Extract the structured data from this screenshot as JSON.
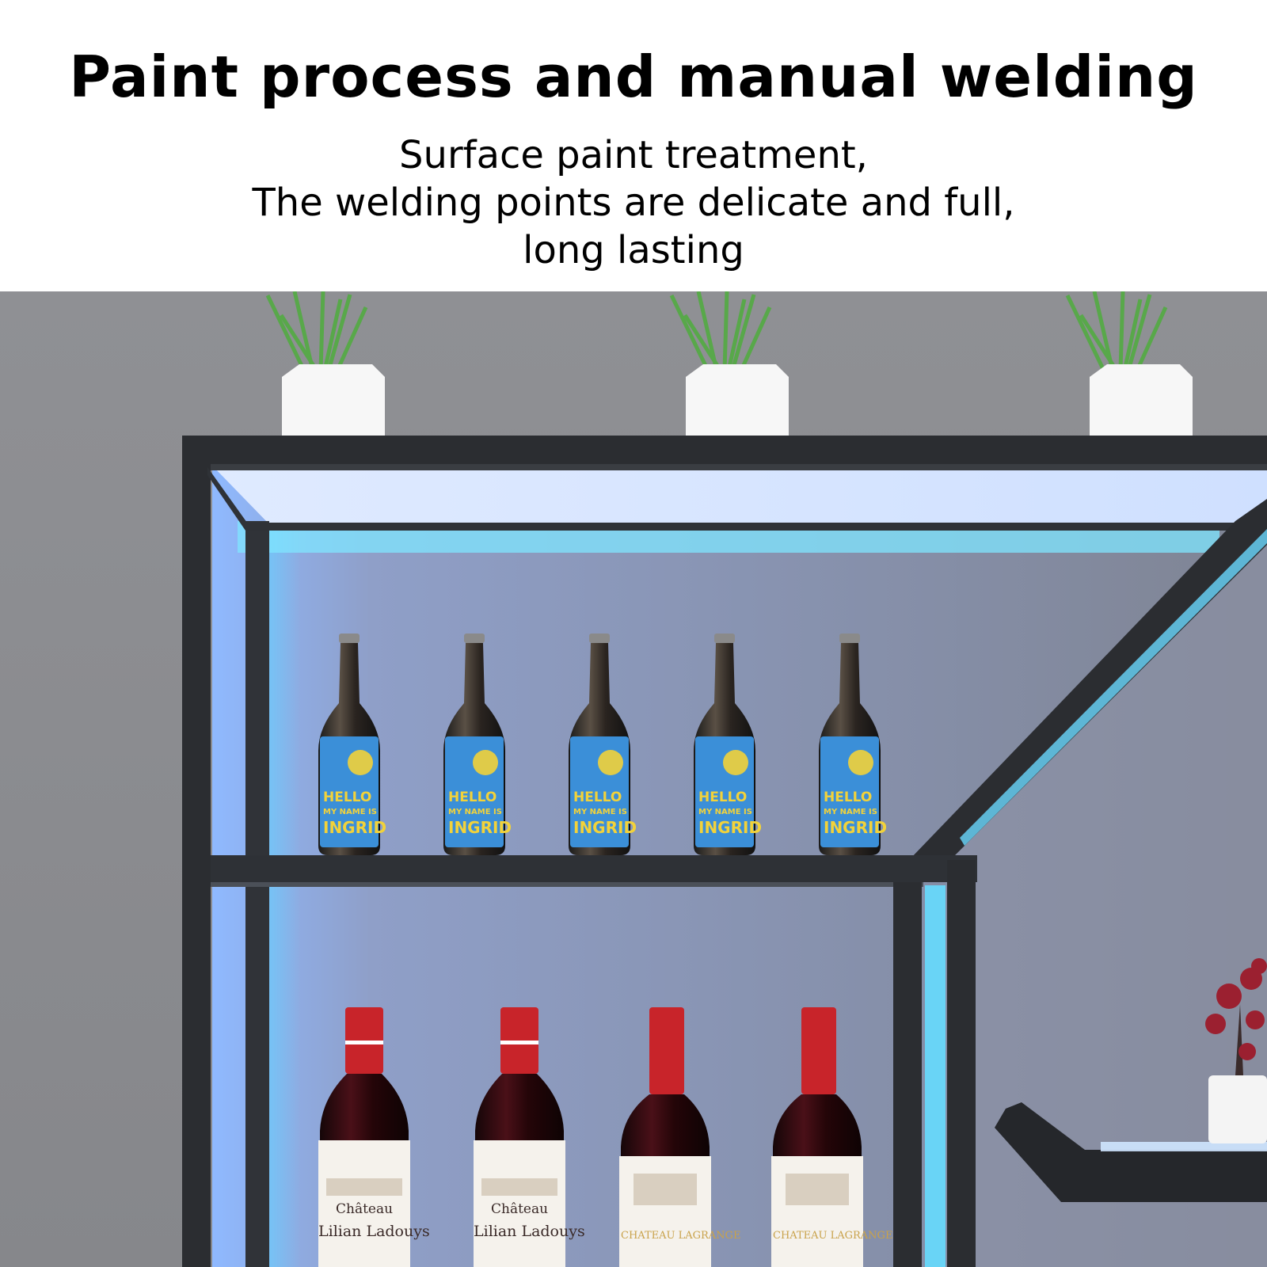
{
  "header": {
    "title": "Paint process and manual welding",
    "subtitle_lines": [
      "Surface paint treatment,",
      "The welding points are delicate and full,",
      "long lasting"
    ]
  },
  "scene": {
    "beer_label_lines": [
      "HELLO",
      "MY NAME IS",
      "INGRID"
    ],
    "wine_label_a": [
      "Château",
      "Lilian Ladouys"
    ],
    "wine_label_b": [
      "CHATEAU LAGRANGE"
    ],
    "colors": {
      "wall": "#8a8b8f",
      "frame": "#2b2d31",
      "led": "#5fd4ff",
      "beer_label": "#3b8fd8",
      "beer_text": "#f2d23a",
      "wine_cap": "#c8242a",
      "plant": "#58a84a"
    }
  }
}
